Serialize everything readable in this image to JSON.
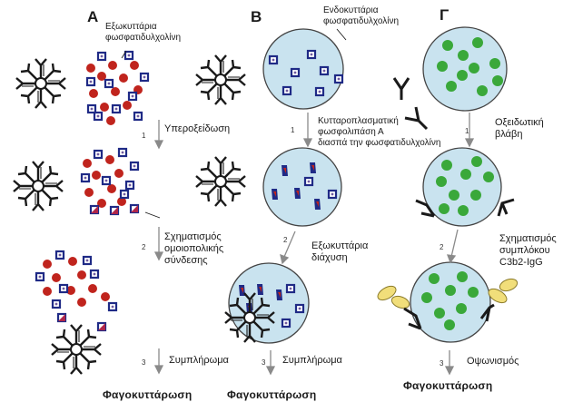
{
  "panels": {
    "a": {
      "letter": "Α",
      "membrane_label": [
        "Εξωκυττάρια",
        "φωσφατιδυλχολίνη"
      ],
      "steps": [
        {
          "num": "1",
          "lines": [
            "Υπεροξείδωση"
          ]
        },
        {
          "num": "2",
          "lines": [
            "Σχηματισμός",
            "ομοιοπολικής",
            "σύνδεσης"
          ]
        },
        {
          "num": "3",
          "lines": [
            "Συμπλήρωμα"
          ]
        }
      ],
      "result": "Φαγοκυττάρωση"
    },
    "b": {
      "letter": "Β",
      "membrane_label": [
        "Ενδοκυττάρια",
        "φωσφατιδυλχολίνη"
      ],
      "steps": [
        {
          "num": "1",
          "lines": [
            "Κυτταροπλασματική",
            "φωσφολιπάση Α",
            "διασπά την φωσφατιδυλχολίνη"
          ]
        },
        {
          "num": "2",
          "lines": [
            "Εξωκυττάρια",
            "διάχυση"
          ]
        },
        {
          "num": "3",
          "lines": [
            "Συμπλήρωμα"
          ]
        }
      ],
      "result": "Φαγοκυττάρωση"
    },
    "c": {
      "letter": "Γ",
      "steps": [
        {
          "num": "1",
          "lines": [
            "Οξειδωτική",
            "βλάβη"
          ]
        },
        {
          "num": "2",
          "lines": [
            "Σχηματισμός",
            "συμπλόκου",
            "C3b2-IgG"
          ]
        },
        {
          "num": "3",
          "lines": [
            "Οψωνισμός"
          ]
        }
      ],
      "result": "Φαγοκυττάρωση"
    }
  },
  "colors": {
    "red_dot": "#c0241d",
    "square_border": "#1f2a86",
    "green_dot": "#3aa83a",
    "cell_fill": "#c9e3ef",
    "cell_border": "#444444",
    "antibody": "#1a1a1a",
    "complement": "#f1de7a",
    "arrow": "#8a8a8a"
  }
}
